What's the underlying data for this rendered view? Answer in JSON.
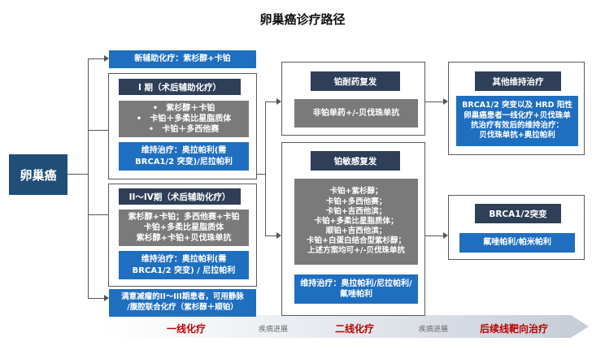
{
  "title": "卵巢癌诊疗路径",
  "root": "卵巢癌",
  "first_line": {
    "neoadjuvant": "新辅助化疗：紫杉醇+卡铂",
    "stage1": {
      "header": "I 期（术后辅助化疗）",
      "regimens": [
        "•　紫杉醇＋卡铂",
        "•　卡铂＋多柔比星脂质体",
        "•　卡铂＋多西他赛"
      ],
      "maintenance": [
        "维持治疗：奥拉帕利(需",
        "BRCA1/2 突变)/尼拉帕利"
      ]
    },
    "stage2_4": {
      "header": "II～IV期（术后辅助化疗）",
      "regimens": [
        "紫杉醇+卡铂；多西他赛+卡铂",
        "卡铂+多柔比星脂质体",
        "紫杉醇+卡铂+贝伐珠单抗"
      ],
      "maintenance": [
        "维持治疗：奥拉帕利(需",
        "BRCA1/2 突变) / 尼拉帕利"
      ]
    },
    "satisfied": [
      "满意减瘤的II～III期患者，可用静脉",
      "/腹腔联合化疗（紫杉醇＋顺铂）"
    ]
  },
  "second_line": {
    "resistant": {
      "header": "铂耐药复发",
      "regimen": "非铂单药+/-贝伐珠单抗"
    },
    "sensitive": {
      "header": "铂敏感复发",
      "regimens": [
        "卡铂+紫杉醇；",
        "卡铂+多西他赛；",
        "卡铂+吉西他滨；",
        "卡铂+多柔比星脂质体；",
        "顺铂+吉西他滨；",
        "卡铂+白蛋白结合型紫杉醇；",
        "上述方案均可+/-贝伐珠单抗"
      ],
      "maintenance": [
        "维持治疗：奥拉帕利/尼拉帕利/",
        "氟唑帕利"
      ]
    }
  },
  "later_line": {
    "other": {
      "header": "其他维持治疗",
      "text": [
        "BRCA1/2 突变以及 HRD 阳性",
        "卵巢癌患者一线化疗+贝伐珠单",
        "抗治疗有效后的维持治疗：",
        "贝伐珠单抗+奥拉帕利"
      ]
    },
    "brca": {
      "header": "BRCA1/2突变",
      "text": "氟唑帕利/帕米帕利"
    }
  },
  "progress_bar": {
    "first": "一线化疗",
    "note1": "疾病进展",
    "second": "二线化疗",
    "note2": "疾病进展",
    "third": "后续线靶向治疗"
  }
}
